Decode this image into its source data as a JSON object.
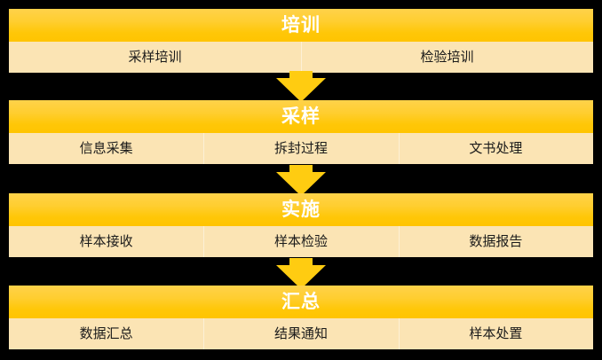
{
  "diagram": {
    "type": "vertical-flow",
    "background_color": "#000000",
    "header_color": "#FFC708",
    "row_color": "#FBE4B4",
    "title_color": "#FFFFFF",
    "item_color": "#1A1A1A",
    "arrow_color": "#FFCC11",
    "stages": [
      {
        "title": "培训",
        "items": [
          "采样培训",
          "检验培训"
        ]
      },
      {
        "title": "采样",
        "items": [
          "信息采集",
          "拆封过程",
          "文书处理"
        ]
      },
      {
        "title": "实施",
        "items": [
          "样本接收",
          "样本检验",
          "数据报告"
        ]
      },
      {
        "title": "汇总",
        "items": [
          "数据汇总",
          "结果通知",
          "样本处置"
        ]
      }
    ],
    "connectors": [
      "down-arrow",
      "down-arrow",
      "down-arrow"
    ]
  }
}
